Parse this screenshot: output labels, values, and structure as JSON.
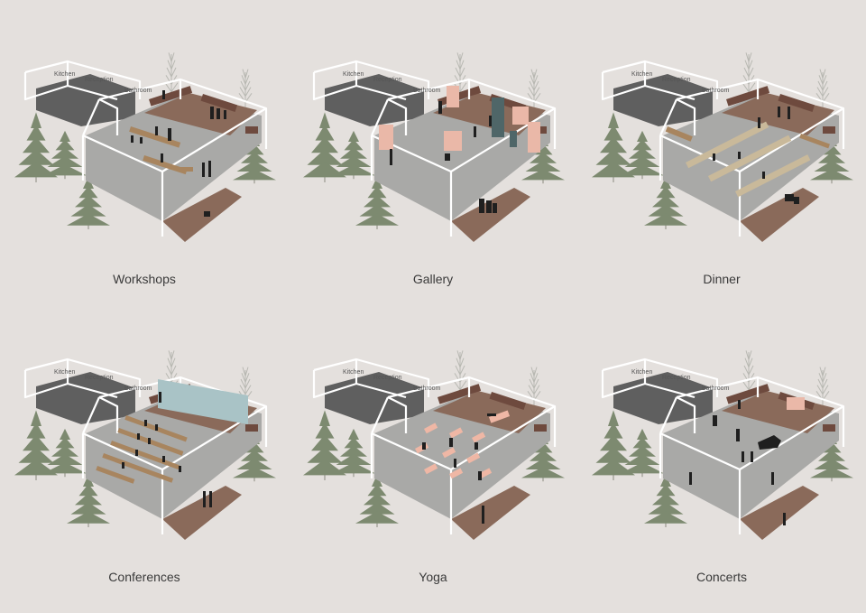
{
  "room_labels": {
    "kitchen": "Kitchen",
    "reception": "Reception",
    "bathroom": "Bathroom"
  },
  "panels": [
    {
      "id": "workshops",
      "caption": "Workshops"
    },
    {
      "id": "gallery",
      "caption": "Gallery"
    },
    {
      "id": "dinner",
      "caption": "Dinner"
    },
    {
      "id": "conferences",
      "caption": "Conferences"
    },
    {
      "id": "yoga",
      "caption": "Yoga"
    },
    {
      "id": "concerts",
      "caption": "Concerts"
    }
  ],
  "colors": {
    "background": "#e4e0dd",
    "concrete_floor": "#a9a9a7",
    "dark_floor": "#5f5f5f",
    "wood_floor": "#8a6a5a",
    "frame": "#ffffff",
    "tree_green": "#7d8a70",
    "figure": "#1f1f1f",
    "furniture_wood": "#a8855f",
    "panel_pink": "#eab8a8",
    "panel_teal": "#4f6668",
    "screen_blue": "#a9c3c6",
    "mat_pink": "#efb7a5"
  }
}
